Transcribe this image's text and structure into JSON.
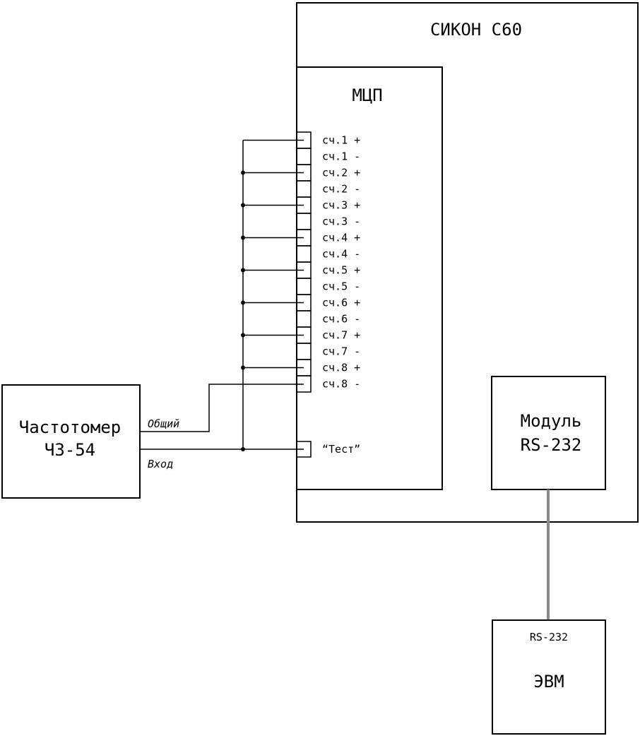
{
  "system": {
    "title": "СИКОН С60"
  },
  "mcp": {
    "title": "МЦП",
    "terminals": [
      "сч.1 +",
      "сч.1 -",
      "сч.2 +",
      "сч.2 -",
      "сч.3 +",
      "сч.3 -",
      "сч.4 +",
      "сч.4 -",
      "сч.5 +",
      "сч.5 -",
      "сч.6 +",
      "сч.6 -",
      "сч.7 +",
      "сч.7 -",
      "сч.8 +",
      "сч.8 -"
    ],
    "test_terminal": "“Тест”"
  },
  "frequency_meter": {
    "line1": "Частотомер",
    "line2": "Ч3-54",
    "common_label": "Общий",
    "input_label": "Вход"
  },
  "rs232_module": {
    "line1": "Модуль",
    "line2": "RS-232"
  },
  "computer": {
    "port_label": "RS-232",
    "title": "ЭВМ"
  }
}
